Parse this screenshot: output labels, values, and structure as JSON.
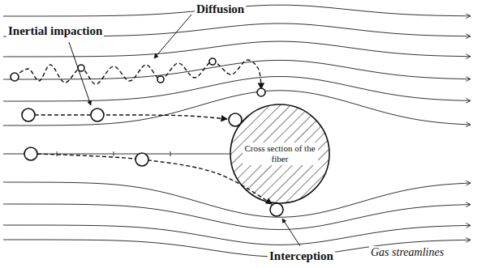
{
  "diagram": {
    "nodes": [
      {
        "text": [
          "Cross section of the fiber"
        ]
      }
    ],
    "labels": [
      "Inertial impaction",
      "Diffusion",
      "Interception",
      "Gas streamlines"
    ]
  }
}
